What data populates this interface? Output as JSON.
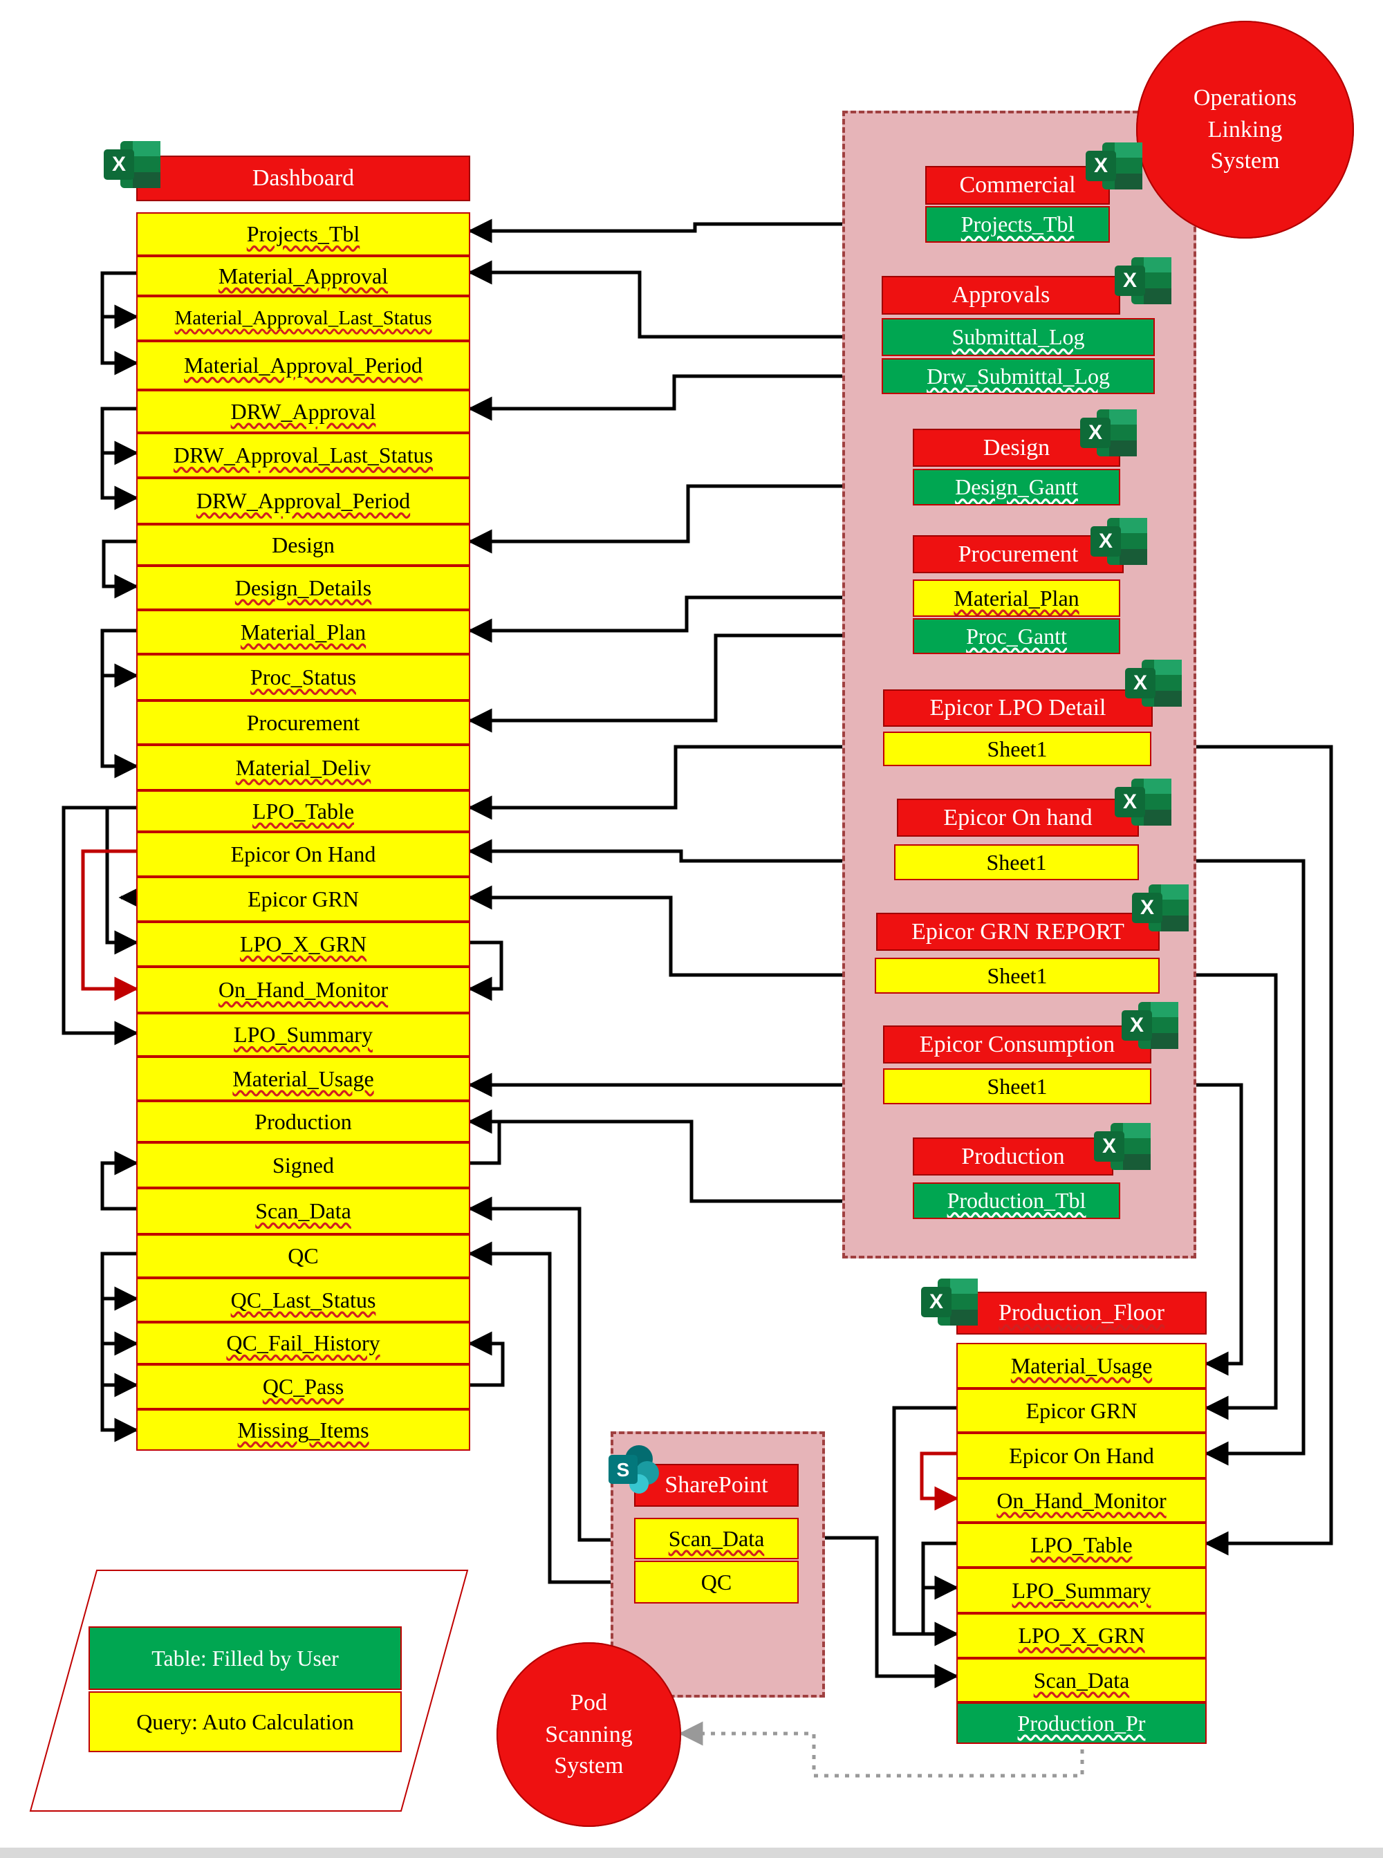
{
  "dashboard": {
    "title": "Dashboard",
    "items": [
      "Projects_Tbl",
      "Material_Approval",
      "Material_Approval_Last_Status",
      "Material_Approval_Period",
      "DRW_Approval",
      "DRW_Approval_Last_Status",
      "DRW_Approval_Period",
      "Design",
      "Design_Details",
      "Material_Plan",
      "Proc_Status",
      "Procurement",
      "Material_Deliv",
      "LPO_Table",
      "Epicor On Hand",
      "Epicor GRN",
      "LPO_X_GRN",
      "On_Hand_Monitor",
      "LPO_Summary",
      "Material_Usage",
      "Production",
      "Signed",
      "Scan_Data",
      "QC",
      "QC_Last_Status",
      "QC_Fail_History",
      "QC_Pass",
      "Missing_Items"
    ]
  },
  "ops_system": {
    "label": "Operations\nLinking\nSystem",
    "commercial": {
      "title": "Commercial",
      "table": "Projects_Tbl"
    },
    "approvals": {
      "title": "Approvals",
      "table1": "Submittal_Log",
      "table2": "Drw_Submittal_Log"
    },
    "design": {
      "title": "Design",
      "table": "Design_Gantt"
    },
    "procurement": {
      "title": "Procurement",
      "query": "Material_Plan",
      "table": "Proc_Gantt"
    },
    "lpo_detail": {
      "title": "Epicor LPO Detail",
      "sheet": "Sheet1"
    },
    "on_hand": {
      "title": "Epicor On hand",
      "sheet": "Sheet1"
    },
    "grn_report": {
      "title": "Epicor GRN REPORT",
      "sheet": "Sheet1"
    },
    "consumption": {
      "title": "Epicor Consumption",
      "sheet": "Sheet1"
    },
    "production": {
      "title": "Production",
      "table": "Production_Tbl"
    }
  },
  "production_floor": {
    "title": "Production_Floor",
    "items": [
      "Material_Usage",
      "Epicor GRN",
      "Epicor On Hand",
      "On_Hand_Monitor",
      "LPO_Table",
      "LPO_Summary",
      "LPO_X_GRN",
      "Scan_Data",
      "Production_Pr"
    ]
  },
  "sharepoint": {
    "title": "SharePoint",
    "items": [
      "Scan_Data",
      "QC"
    ]
  },
  "pod": {
    "label": "Pod\nScanning\nSystem"
  },
  "legend": {
    "table": "Table: Filled by User",
    "query": "Query: Auto Calculation"
  },
  "colors": {
    "query": "#ffff00",
    "table": "#00a651",
    "header": "#ee1111",
    "link": "#000000",
    "monitor_link": "#c00000",
    "region": "#e6b4b8"
  },
  "icons": {
    "excel": "excel-icon",
    "sharepoint": "sharepoint-icon"
  }
}
